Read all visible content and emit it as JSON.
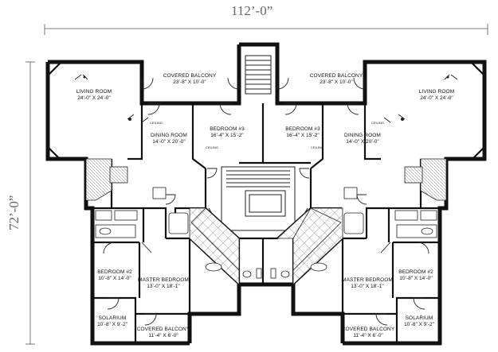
{
  "overall": {
    "width": "112’-0”",
    "height": "72’-0”"
  },
  "rooms": {
    "balcony_left": {
      "name": "COVERED BALCONY",
      "size": "23’-8\" X 10’-0\""
    },
    "balcony_right": {
      "name": "COVERED BALCONY",
      "size": "23’-8\" X 10’-0\""
    },
    "living_left": {
      "name": "LIVING ROOM",
      "size": "24’-0\" X 24’-0\""
    },
    "living_right": {
      "name": "LIVING ROOM",
      "size": "24’-0\" X 24’-0\""
    },
    "dining_left": {
      "name": "DINING ROOM",
      "size": "14’-0\" X 20’-0\""
    },
    "dining_right": {
      "name": "DINING ROOM",
      "size": "14’-0\" X 20’-0\""
    },
    "bed3_left": {
      "name": "BEDROOM #3",
      "size": "16’-4\" X 15’-2\""
    },
    "bed3_right": {
      "name": "BEDROOM #3",
      "size": "16’-4\" X 15’-2\""
    },
    "bed2_left": {
      "name": "BEDROOM #2",
      "size": "10’-8\" X 14’-0\""
    },
    "bed2_right": {
      "name": "BEDROOM #2",
      "size": "10’-8\" X 14’-0\""
    },
    "master_left": {
      "name": "MASTER BEDROOM",
      "size": "13’-0\" X 18’-1\""
    },
    "master_right": {
      "name": "MASTER BEDROOM",
      "size": "13’-0\" X 18’-1\""
    },
    "solarium_left": {
      "name": "SOLARIUM",
      "size": "10’-8\" X 9’-2\""
    },
    "solarium_right": {
      "name": "SOLARIUM",
      "size": "10’-8\" X 9’-2\""
    },
    "cbal_small_left": {
      "name": "COVERED BALCONY",
      "size": "11’-4\" X 6’-0\""
    },
    "cbal_small_right": {
      "name": "COVERED BALCONY",
      "size": "11’-4\" X 6’-0\""
    }
  },
  "ceiling_labels": {
    "c1": "CEILING",
    "c2": "CEILING",
    "c3": "CEILING",
    "c4": "CEILING"
  }
}
